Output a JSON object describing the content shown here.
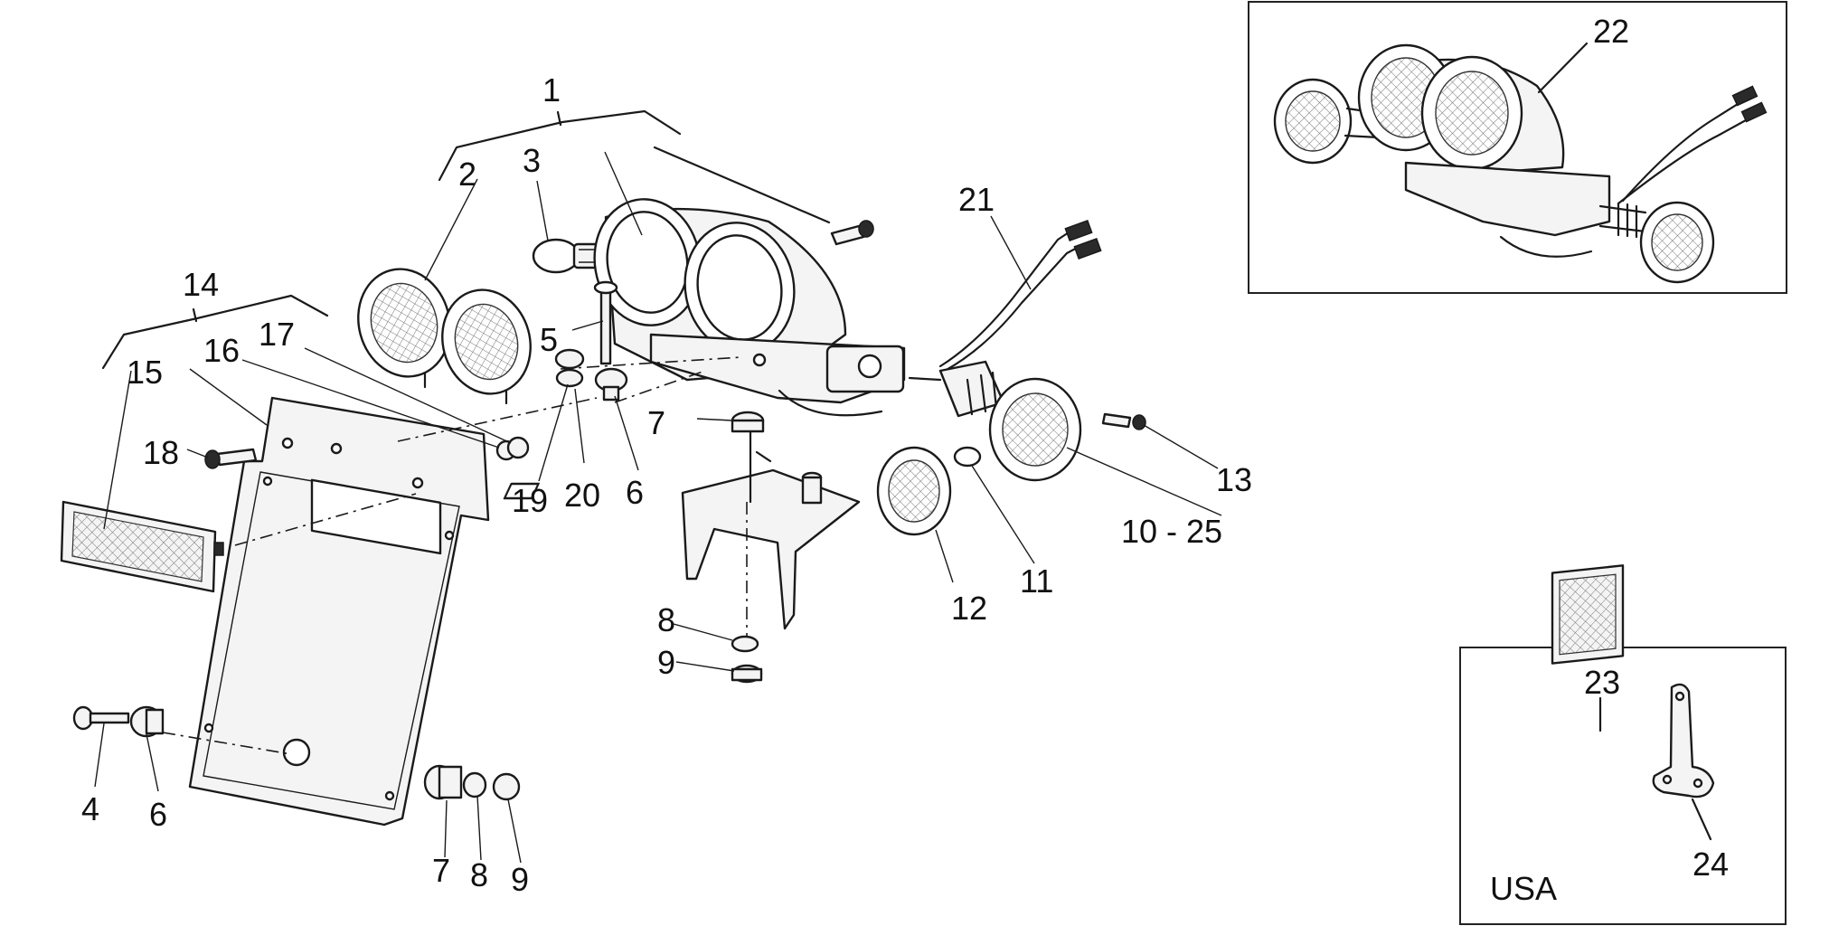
{
  "diagram": {
    "callouts": [
      {
        "id": "1",
        "text": "1"
      },
      {
        "id": "2",
        "text": "2"
      },
      {
        "id": "3",
        "text": "3"
      },
      {
        "id": "4",
        "text": "4"
      },
      {
        "id": "5",
        "text": "5"
      },
      {
        "id": "6a",
        "text": "6"
      },
      {
        "id": "6b",
        "text": "6"
      },
      {
        "id": "7a",
        "text": "7"
      },
      {
        "id": "7b",
        "text": "7"
      },
      {
        "id": "8a",
        "text": "8"
      },
      {
        "id": "8b",
        "text": "8"
      },
      {
        "id": "9a",
        "text": "9"
      },
      {
        "id": "9b",
        "text": "9"
      },
      {
        "id": "10",
        "text": "10 - 25"
      },
      {
        "id": "11",
        "text": "11"
      },
      {
        "id": "12",
        "text": "12"
      },
      {
        "id": "13",
        "text": "13"
      },
      {
        "id": "14",
        "text": "14"
      },
      {
        "id": "15",
        "text": "15"
      },
      {
        "id": "16",
        "text": "16"
      },
      {
        "id": "17",
        "text": "17"
      },
      {
        "id": "18",
        "text": "18"
      },
      {
        "id": "19",
        "text": "19"
      },
      {
        "id": "20",
        "text": "20"
      },
      {
        "id": "21",
        "text": "21"
      },
      {
        "id": "22",
        "text": "22"
      },
      {
        "id": "23",
        "text": "23"
      },
      {
        "id": "24",
        "text": "24"
      }
    ],
    "usa_label": "USA"
  }
}
